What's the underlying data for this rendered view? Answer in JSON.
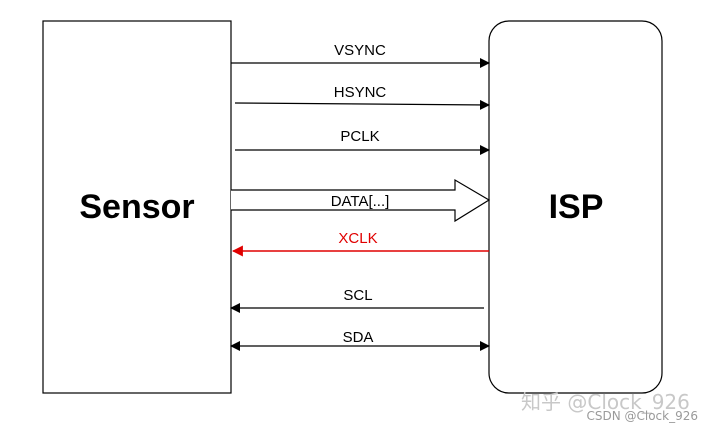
{
  "blocks": {
    "sensor": "Sensor",
    "isp": "ISP"
  },
  "signals": {
    "vsync": "VSYNC",
    "hsync": "HSYNC",
    "pclk": "PCLK",
    "data": "DATA[...]",
    "xclk": "XCLK",
    "scl": "SCL",
    "sda": "SDA"
  },
  "colors": {
    "line": "#000000",
    "xclk": "#e00000",
    "watermark": "#c8c8c8"
  },
  "watermarks": {
    "zhihu": "知乎 @Clock_926",
    "csdn": "CSDN @Clock_926"
  }
}
